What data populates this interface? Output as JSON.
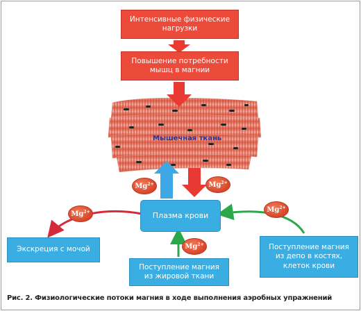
{
  "boxes": {
    "intense_load": "Интенсивные физические\nнагрузки",
    "demand_increase": "Повышение потребности\nмышц в магнии",
    "blood_plasma": "Плазма крови",
    "excretion": "Экскреция с мочой",
    "from_fat": "Поступление магния\nиз жировой ткани",
    "from_depot": "Поступление магния\nиз депо в костях,\nклеток крови"
  },
  "tissue_label": "Мышечная ткань",
  "mg_badge": {
    "base": "Mg",
    "sup": "2+"
  },
  "caption": "Рис. 2. Физиологические потоки магния в ходе выполнения аэробных упражнений",
  "colors": {
    "red_box": "#ec4a3a",
    "blue_box": "#3aaee2",
    "arrow_red": "#e83a32",
    "arrow_blue": "#3ea8e6",
    "arrow_green": "#2aa84a",
    "arrow_crimson": "#d42a3a"
  }
}
